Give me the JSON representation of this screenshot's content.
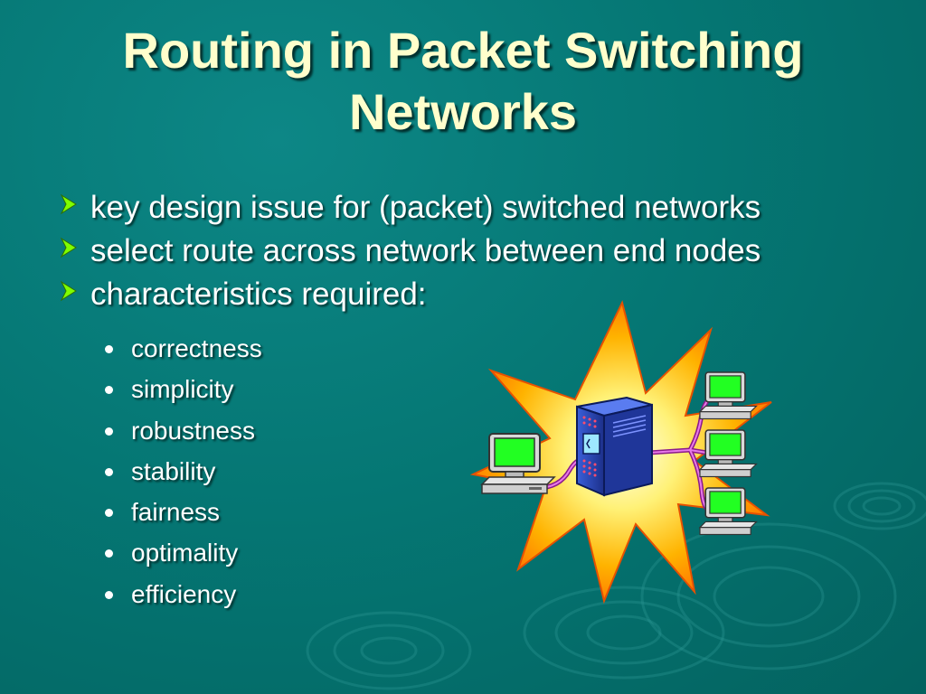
{
  "slide": {
    "title": "Routing in Packet Switching Networks",
    "bullets": [
      "key design issue for (packet) switched networks",
      "select route across network between end nodes",
      "characteristics required:"
    ],
    "sub_bullets": [
      "correctness",
      "simplicity",
      "robustness",
      "stability",
      "fairness",
      "optimality",
      "efficiency"
    ]
  },
  "icons": {
    "bullet": "arrow-bullet-icon",
    "sub_bullet": "dot-bullet-icon",
    "illustration": "network-server-clipart"
  },
  "colors": {
    "background": "#057774",
    "title": "#ffffcc",
    "text": "#ffffff",
    "bullet_arrow": "#7fff00"
  }
}
